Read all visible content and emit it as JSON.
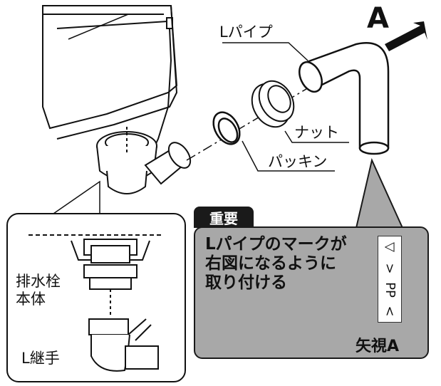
{
  "labels": {
    "view_letter": "A",
    "l_pipe": "Lパイプ",
    "nut": "ナット",
    "packing": "パッキン",
    "drain_body_line1": "排水栓",
    "drain_body_line2": "本体",
    "l_joint": "L継手"
  },
  "callout": {
    "badge": "重要",
    "text_line1": "Lパイプのマークが",
    "text_line2": "右図になるように",
    "text_line3": "取り付ける",
    "mark_symbols": [
      "▽",
      ">",
      "PP",
      "<"
    ],
    "view_label": "矢視A"
  }
}
